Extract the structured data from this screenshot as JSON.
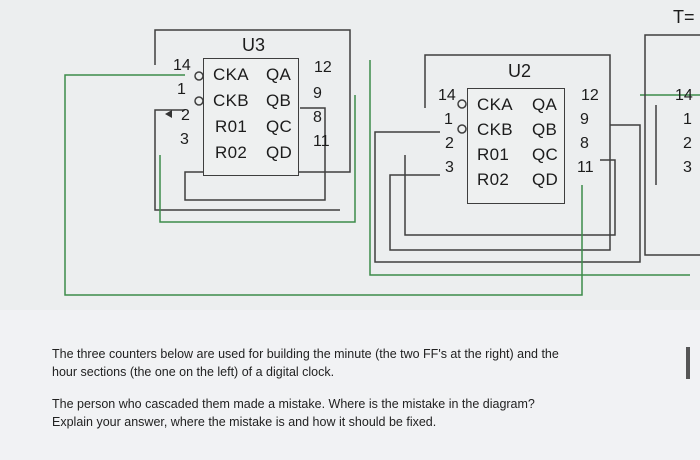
{
  "diagram": {
    "right_label": "T=",
    "chips": [
      {
        "id": "U3",
        "title": "U3",
        "left_pins": [
          "14",
          "1",
          "2",
          "3"
        ],
        "inputs": [
          "CKA",
          "CKB",
          "R01",
          "R02"
        ],
        "outputs": [
          "QA",
          "QB",
          "QC",
          "QD"
        ],
        "right_pins": [
          "12",
          "9",
          "8",
          "11"
        ]
      },
      {
        "id": "U2",
        "title": "U2",
        "left_pins": [
          "14",
          "1",
          "2",
          "3"
        ],
        "inputs": [
          "CKA",
          "CKB",
          "R01",
          "R02"
        ],
        "outputs": [
          "QA",
          "QB",
          "QC",
          "QD"
        ],
        "right_pins": [
          "12",
          "9",
          "8",
          "11"
        ]
      },
      {
        "id": "U1",
        "left_pins": [
          "14",
          "1",
          "2",
          "3"
        ]
      }
    ]
  },
  "question": {
    "paragraph1": "The three counters below are used for building the minute (the two FF's at the right) and the hour sections (the one on the left) of a digital clock.",
    "paragraph2": "The person who cascaded them made a mistake. Where is the mistake in the diagram? Explain your answer, where the mistake is and how it should be fixed."
  }
}
